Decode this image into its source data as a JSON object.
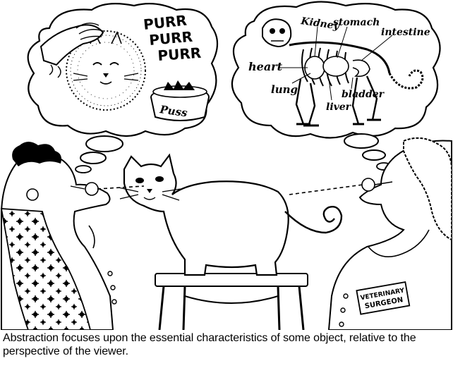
{
  "bubble_left": {
    "purr": [
      "PURR",
      "PURR",
      "PURR"
    ],
    "bowl_label": "Puss"
  },
  "bubble_right": {
    "labels": {
      "kidney": "Kidney",
      "stomach": "stomach",
      "intestine": "intestine",
      "heart": "heart",
      "lung": "lung",
      "bladder": "bladder",
      "liver": "liver"
    }
  },
  "badge": {
    "line1": "VETERINARY",
    "line2": "SURGEON"
  },
  "caption": {
    "line1": "Abstraction focuses upon the essential characteristics of some object, relative to the",
    "line2": "perspective of the viewer."
  }
}
